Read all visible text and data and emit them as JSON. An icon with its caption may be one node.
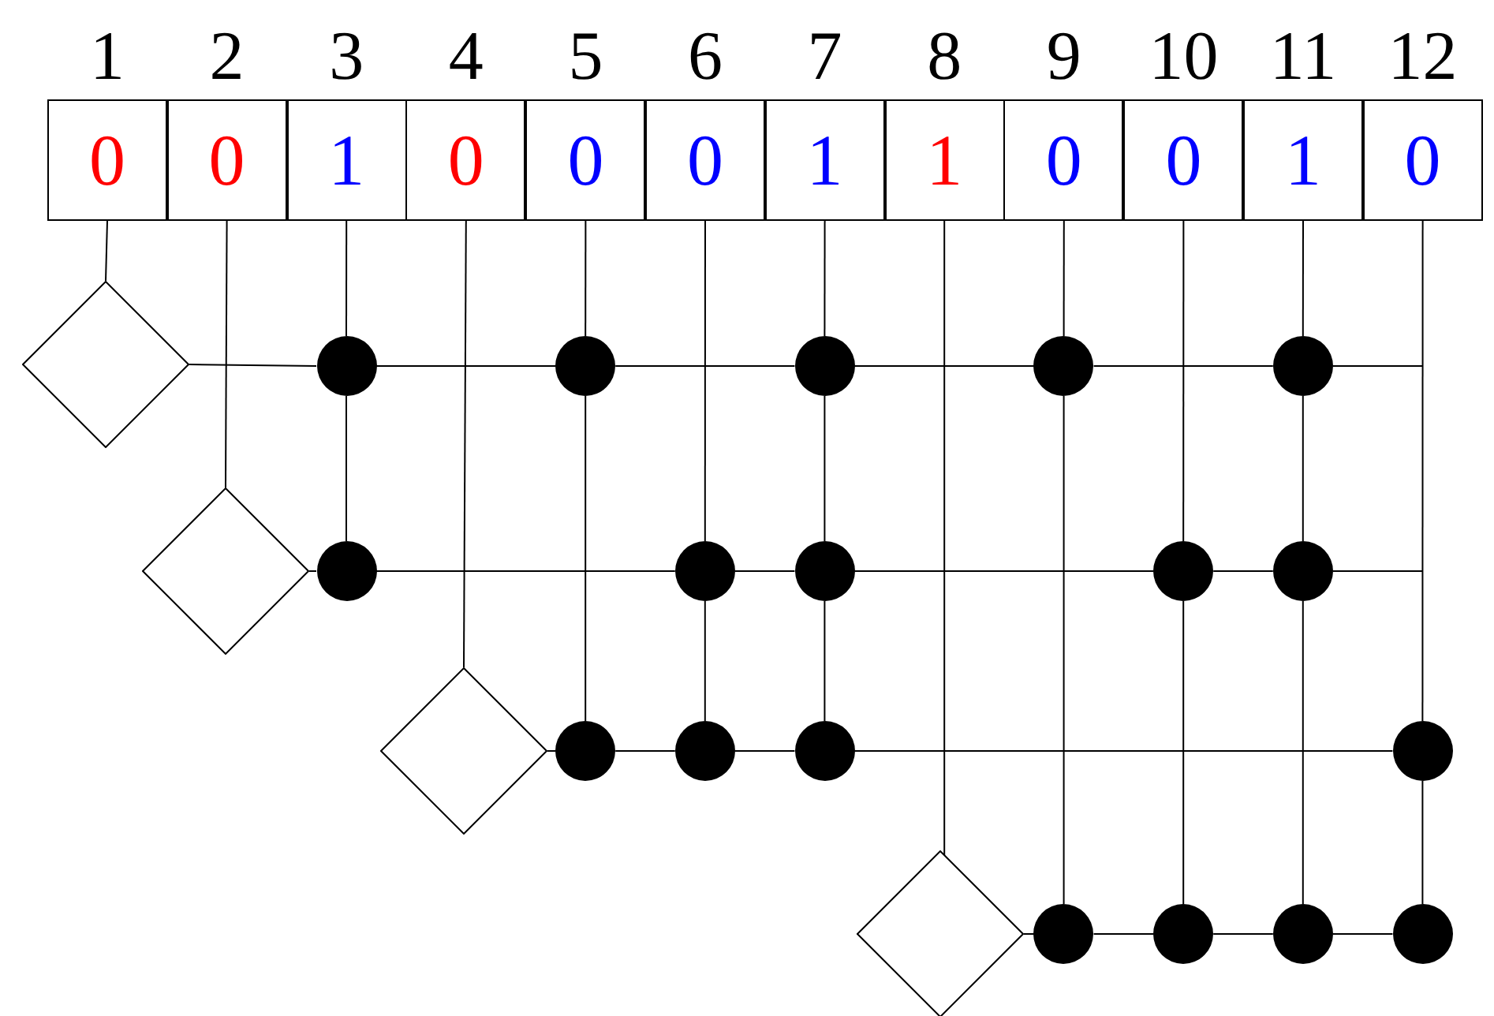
{
  "diagram": {
    "nodes": [
      {
        "text": [
          "1",
          "0"
        ]
      },
      {
        "text": [
          "2",
          "0"
        ]
      },
      {
        "text": [
          "3",
          "1"
        ]
      },
      {
        "text": [
          "4",
          "0"
        ]
      },
      {
        "text": [
          "5",
          "0"
        ]
      },
      {
        "text": [
          "6",
          "0"
        ]
      },
      {
        "text": [
          "7",
          "1"
        ]
      },
      {
        "text": [
          "8",
          "1"
        ]
      },
      {
        "text": [
          "9",
          "0"
        ]
      },
      {
        "text": [
          "10",
          "0"
        ]
      },
      {
        "text": [
          "11",
          "1"
        ]
      },
      {
        "text": [
          "12",
          "0"
        ]
      },
      {
        "text": [],
        "shape": "diamond"
      },
      {
        "text": [],
        "shape": "circle"
      },
      {
        "text": [],
        "shape": "circle"
      },
      {
        "text": [],
        "shape": "circle"
      },
      {
        "text": [],
        "shape": "circle"
      },
      {
        "text": [],
        "shape": "circle"
      },
      {
        "text": [],
        "shape": "diamond"
      },
      {
        "text": [],
        "shape": "circle"
      },
      {
        "text": [],
        "shape": "circle"
      },
      {
        "text": [],
        "shape": "circle"
      },
      {
        "text": [],
        "shape": "circle"
      },
      {
        "text": [],
        "shape": "circle"
      },
      {
        "text": [],
        "shape": "diamond"
      },
      {
        "text": [],
        "shape": "circle"
      },
      {
        "text": [],
        "shape": "circle"
      },
      {
        "text": [],
        "shape": "circle"
      },
      {
        "text": [],
        "shape": "circle"
      },
      {
        "text": [],
        "shape": "diamond"
      },
      {
        "text": [],
        "shape": "circle"
      },
      {
        "text": [],
        "shape": "circle"
      },
      {
        "text": [],
        "shape": "circle"
      },
      {
        "text": [],
        "shape": "circle"
      }
    ],
    "edges": [
      {
        "from": 0,
        "to": 12,
        "arrow": "none"
      },
      {
        "from": 1,
        "to": 18,
        "arrow": "none"
      },
      {
        "from": 3,
        "to": 24,
        "arrow": "none"
      },
      {
        "from": 7,
        "to": 29,
        "arrow": "none"
      },
      {
        "from": 2,
        "to": 13,
        "arrow": "none"
      },
      {
        "from": 13,
        "to": 19,
        "arrow": "none"
      },
      {
        "from": 4,
        "to": 14,
        "arrow": "none"
      },
      {
        "from": 14,
        "to": 25,
        "arrow": "none"
      },
      {
        "from": 5,
        "to": 20,
        "arrow": "none"
      },
      {
        "from": 20,
        "to": 26,
        "arrow": "none"
      },
      {
        "from": 6,
        "to": 15,
        "arrow": "none"
      },
      {
        "from": 15,
        "to": 21,
        "arrow": "none"
      },
      {
        "from": 21,
        "to": 27,
        "arrow": "none"
      },
      {
        "from": 8,
        "to": 16,
        "arrow": "none"
      },
      {
        "from": 16,
        "to": 30,
        "arrow": "none"
      },
      {
        "from": 9,
        "to": 22,
        "arrow": "none"
      },
      {
        "from": 22,
        "to": 31,
        "arrow": "none"
      },
      {
        "from": 10,
        "to": 17,
        "arrow": "none"
      },
      {
        "from": 17,
        "to": 23,
        "arrow": "none"
      },
      {
        "from": 23,
        "to": 32,
        "arrow": "none"
      },
      {
        "from": 11,
        "to": 28,
        "arrow": "none"
      },
      {
        "from": 28,
        "to": 33,
        "arrow": "none"
      },
      {
        "from": 12,
        "to": 13,
        "arrow": "none"
      },
      {
        "from": 13,
        "to": 14,
        "arrow": "none"
      },
      {
        "from": 14,
        "to": 15,
        "arrow": "none"
      },
      {
        "from": 15,
        "to": 16,
        "arrow": "none"
      },
      {
        "from": 16,
        "to": 17,
        "arrow": "none"
      },
      {
        "from": 17,
        "to": null,
        "arrow": "none"
      },
      {
        "from": 18,
        "to": 19,
        "arrow": "none"
      },
      {
        "from": 19,
        "to": 20,
        "arrow": "none"
      },
      {
        "from": 20,
        "to": 21,
        "arrow": "none"
      },
      {
        "from": 21,
        "to": 22,
        "arrow": "none"
      },
      {
        "from": 22,
        "to": 23,
        "arrow": "none"
      },
      {
        "from": 23,
        "to": null,
        "arrow": "none"
      },
      {
        "from": 24,
        "to": 25,
        "arrow": "none"
      },
      {
        "from": 25,
        "to": 26,
        "arrow": "none"
      },
      {
        "from": 26,
        "to": 27,
        "arrow": "none"
      },
      {
        "from": 27,
        "to": 28,
        "arrow": "none"
      },
      {
        "from": 29,
        "to": 30,
        "arrow": "none"
      },
      {
        "from": 30,
        "to": 31,
        "arrow": "none"
      },
      {
        "from": 31,
        "to": 32,
        "arrow": "none"
      },
      {
        "from": 32,
        "to": 33,
        "arrow": "none"
      }
    ]
  }
}
